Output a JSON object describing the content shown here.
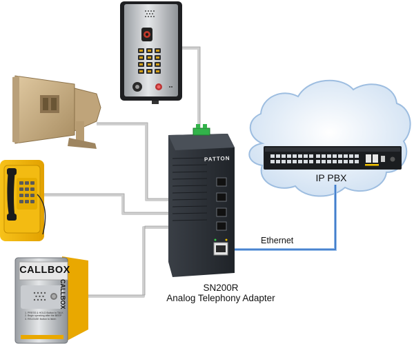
{
  "diagram": {
    "device": {
      "name": "SN200R",
      "description": "Analog Telephony Adapter",
      "brand": "PATTON"
    },
    "pbx": {
      "name": "IP PBX"
    },
    "link": {
      "label": "Ethernet"
    },
    "endpoints": [
      "keypad-intercom",
      "horn-speaker",
      "emergency-phone",
      "callbox"
    ],
    "callbox": {
      "label": "CALLBOX",
      "side_label": "CALLBOX",
      "instructions": [
        "1. PRESS & HOLD Button to TALK",
        "2. Begin speaking after the BEEP",
        "3. RELEASE Button to listen"
      ]
    }
  },
  "colors": {
    "cloud": "#dfeaf6",
    "ethernet": "#3a78c8",
    "wire": "#d4d4d4",
    "device": "#2a2e34",
    "phone_housing": "#f2b705",
    "callbox_housing": "#f4b400",
    "horn": "#c8ad82"
  }
}
